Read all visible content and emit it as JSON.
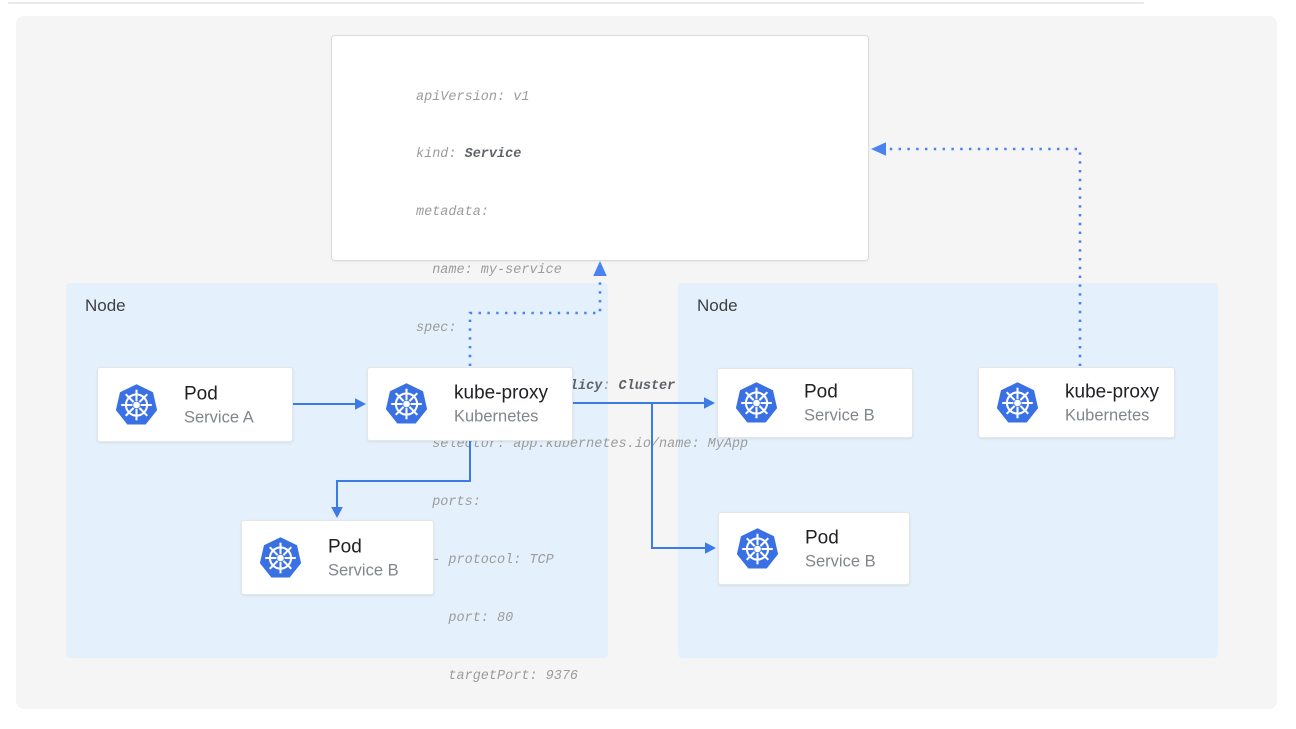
{
  "colors": {
    "canvas_bg": "#f5f5f6",
    "node_bg": "#e4f0fb",
    "card_bg": "#ffffff",
    "solid_arrow": "#3c7be5",
    "dotted_arrow": "#4a83ee",
    "kubernetes_blue": "#3970e4",
    "code_text": "#9c9c9c",
    "code_bold_text": "#5f6368",
    "card_title_text": "#202124",
    "card_subtitle_text": "#80868b",
    "node_label_text": "#3c4043"
  },
  "yaml_card": {
    "lines": [
      {
        "seg1": "apiVersion: v1"
      },
      {
        "seg1": "kind: ",
        "seg2_bold": "Service"
      },
      {
        "seg1": "metadata:"
      },
      {
        "seg1": "  name: my-service"
      },
      {
        "seg1": "spec:"
      },
      {
        "seg1": "  ",
        "seg2_bold": "internalTrafficPolicy",
        "seg3": ": ",
        "seg4_bold": "Cluster"
      },
      {
        "seg1": "  selector: app.kubernetes.io/name: MyApp"
      },
      {
        "seg1": "  ports:"
      },
      {
        "seg1": "  - protocol: TCP"
      },
      {
        "seg1": "    port: 80"
      },
      {
        "seg1": "    targetPort: 9376"
      }
    ]
  },
  "nodes": {
    "left": {
      "label": "Node"
    },
    "right": {
      "label": "Node"
    }
  },
  "cards": {
    "pod_a": {
      "title": "Pod",
      "subtitle": "Service A",
      "icon": "kubernetes-icon"
    },
    "kube_proxy_left": {
      "title": "kube-proxy",
      "subtitle": "Kubernetes",
      "icon": "kubernetes-icon"
    },
    "pod_b_left": {
      "title": "Pod",
      "subtitle": "Service B",
      "icon": "kubernetes-icon"
    },
    "pod_b_right_1": {
      "title": "Pod",
      "subtitle": "Service B",
      "icon": "kubernetes-icon"
    },
    "kube_proxy_right": {
      "title": "kube-proxy",
      "subtitle": "Kubernetes",
      "icon": "kubernetes-icon"
    },
    "pod_b_right_2": {
      "title": "Pod",
      "subtitle": "Service B",
      "icon": "kubernetes-icon"
    }
  }
}
